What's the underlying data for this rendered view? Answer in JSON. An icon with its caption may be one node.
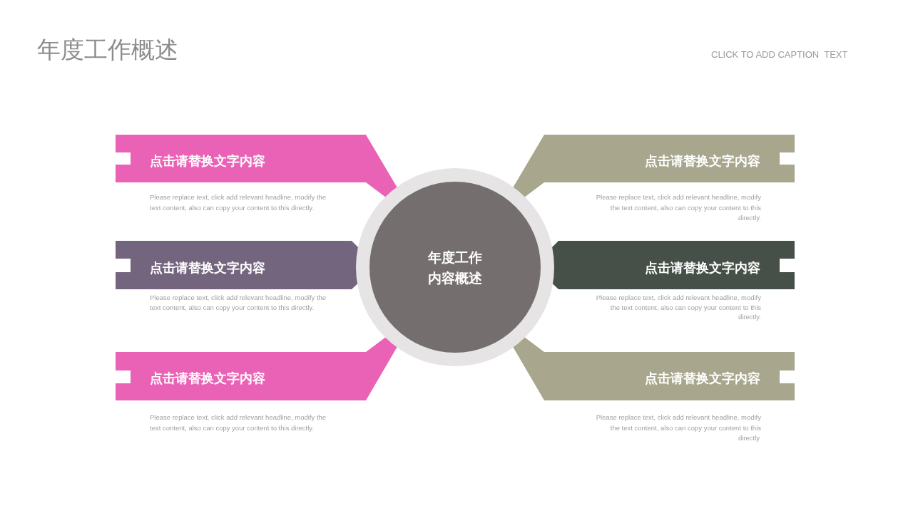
{
  "diagram": {
    "title": "年度工作概述",
    "nodes": [
      {
        "text": [
          "年度工作内容概述"
        ]
      },
      {
        "text": [
          "点击请替换文字内容"
        ],
        "beside": [
          "Please replace text, click add relevant headline, modify the text content, also can copy your content to this directly."
        ]
      },
      {
        "text": [
          "点击请替换文字内容"
        ],
        "beside": [
          "Please replace text, click add relevant headline, modify the text content, also can copy your content to this directly."
        ]
      },
      {
        "text": [
          "点击请替换文字内容"
        ],
        "beside": [
          "Please replace text, click add relevant headline, modify the text content, also can copy your content to this directly."
        ]
      },
      {
        "text": [
          "点击请替换文字内容"
        ],
        "beside": [
          "Please replace text, click add relevant headline, modify the text content, also can copy your content to this directly."
        ]
      },
      {
        "text": [
          "点击请替换文字内容"
        ],
        "beside": [
          "Please replace text, click add relevant headline, modify the text content, also can copy your content to this directly."
        ]
      },
      {
        "text": [
          "点击请替换文字内容"
        ],
        "beside": [
          "Please replace text, click add relevant headline, modify the text content, also can copy your content to this directly."
        ]
      }
    ],
    "edges": [],
    "labels": [
      "CLICK TO ADD CAPTION  TEXT"
    ]
  }
}
